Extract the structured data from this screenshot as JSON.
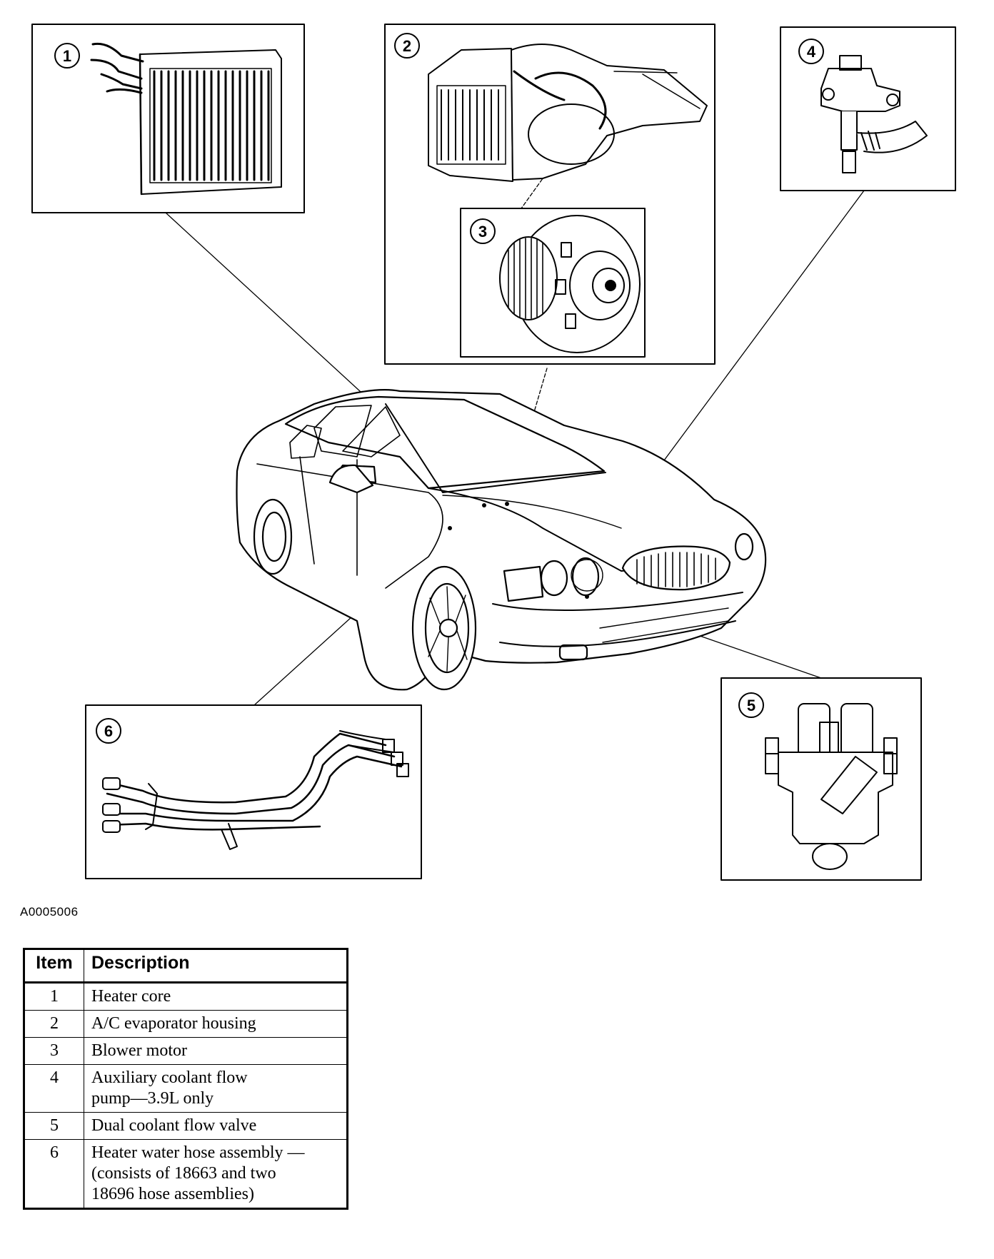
{
  "callouts": [
    {
      "number": "1"
    },
    {
      "number": "2"
    },
    {
      "number": "3"
    },
    {
      "number": "4"
    },
    {
      "number": "5"
    },
    {
      "number": "6"
    }
  ],
  "figure_id": "A0005006",
  "legend": {
    "headers": {
      "item": "Item",
      "description": "Description"
    },
    "rows": [
      {
        "item": "1",
        "lines": [
          "Heater core"
        ]
      },
      {
        "item": "2",
        "lines": [
          "A/C evaporator housing"
        ]
      },
      {
        "item": "3",
        "lines": [
          "Blower motor"
        ]
      },
      {
        "item": "4",
        "lines": [
          "Auxiliary coolant flow",
          "pump—3.9L only"
        ]
      },
      {
        "item": "5",
        "lines": [
          "Dual coolant flow valve"
        ]
      },
      {
        "item": "6",
        "lines": [
          "Heater water hose assembly —",
          "(consists of 18663 and two",
          "18696 hose assemblies)"
        ]
      }
    ]
  }
}
